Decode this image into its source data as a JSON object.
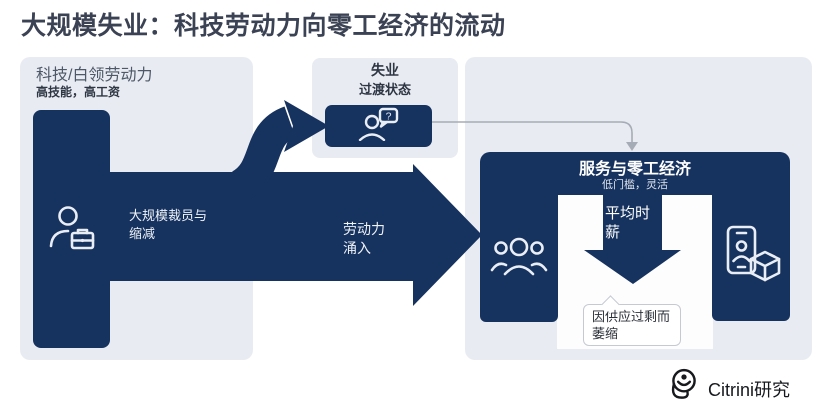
{
  "title": "大规模失业：科技劳动力向零工经济的流动",
  "source_panel": {
    "heading": "科技/白领劳动力",
    "subheading": "高技能，高工资",
    "icon": "person-briefcase-icon"
  },
  "transition_panel": {
    "title": "失业",
    "subtitle": "过渡状态",
    "icon": "person-question-icon",
    "question_glyph": "?"
  },
  "flow": {
    "layoffs_label": "大规模裁员与缩减",
    "influx_label": "劳动力涌入"
  },
  "gig_panel": {
    "heading": "服务与零工经济",
    "subheading": "低门槛，灵活",
    "wage_label": "平均时薪",
    "wage_callout": "因供应过剩而萎缩",
    "icons": [
      "people-group-icon",
      "phone-package-icon"
    ]
  },
  "footer": {
    "brand": "Citrini研究",
    "icon": "citrini-logo-icon"
  },
  "colors": {
    "navy": "#16325e",
    "panel_gray": "#e8ebf1",
    "cutout_white": "#fdfdfe",
    "connector_gray": "#a6acb5",
    "title_text": "#3b4254"
  }
}
